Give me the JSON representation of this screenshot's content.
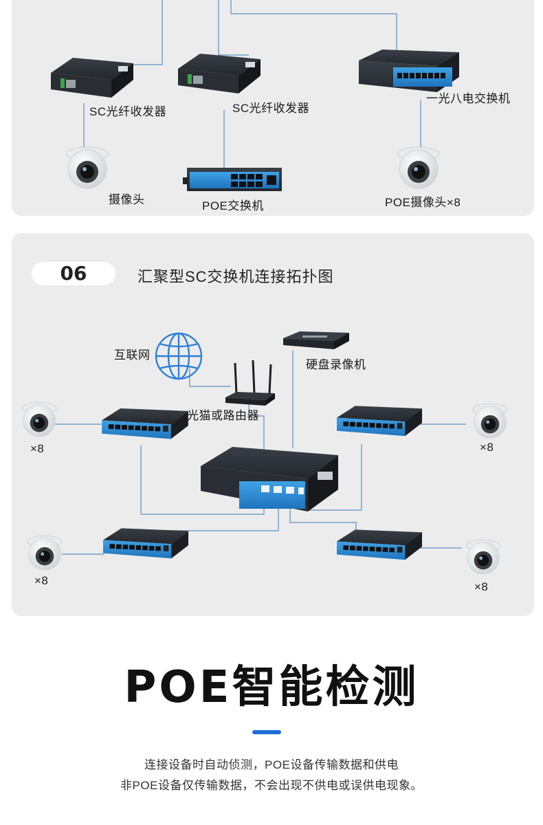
{
  "top_section": {
    "labels": {
      "converter_left": "SC光纤收发器",
      "converter_mid": "SC光纤收发器",
      "switch_1to8": "一光八电交换机",
      "camera": "摄像头",
      "poe_switch": "POE交换机",
      "poe_camera_x8": "POE摄像头×8"
    }
  },
  "section": {
    "number": "06",
    "title": "汇聚型SC交换机连接拓扑图",
    "labels": {
      "internet": "互联网",
      "nvr": "硬盘录像机",
      "router": "光猫或路由器",
      "cam_left_top": "×8",
      "cam_right_top": "×8",
      "cam_left_bottom": "×8",
      "cam_right_bottom": "×8"
    }
  },
  "feature": {
    "title": "POE智能检测",
    "desc_line1": "连接设备时自动侦测，POE设备传输数据和供电",
    "desc_line2": "非POE设备仅传输数据，不会出现不供电或误供电现象。"
  },
  "colors": {
    "panel_bg": "#ececec",
    "line": "#5a8fc4",
    "switch_blue": "#2f8fd6",
    "switch_dark": "#2b2f36",
    "accent": "#1e6fd8",
    "globe": "#2f7fd8"
  }
}
